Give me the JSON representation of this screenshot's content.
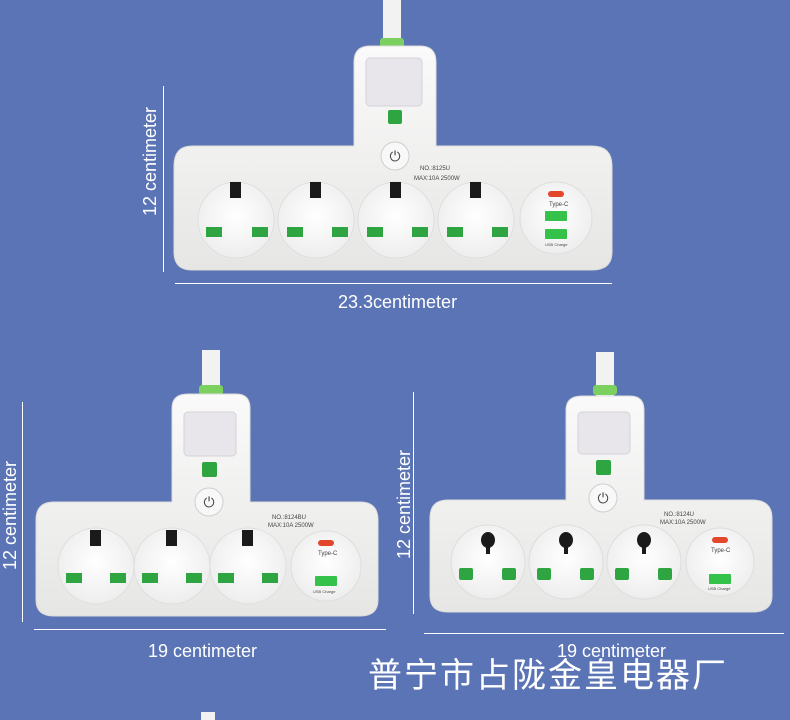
{
  "labels": {
    "top_height": "12 centimeter",
    "top_width": "23.3centimeter",
    "left_height": "12 centimeter",
    "left_width": "19 centimeter",
    "right_height": "12 centimeter",
    "right_width": "19 centimeter"
  },
  "footer": {
    "company_name": "普宁市占陇金皇电器厂"
  },
  "products": {
    "top": {
      "model": "NO.:8125U",
      "rating": "MAX:10A 2500W",
      "port_c": "Type-C",
      "port_usb": "USB Charge"
    },
    "left": {
      "model": "NO.:8124BU",
      "rating": "MAX:10A 2500W",
      "port_c": "Type-C",
      "port_usb": "USB Charge"
    },
    "right": {
      "model": "NO.:8124U",
      "rating": "MAX:10A 2500W",
      "port_c": "Type-C",
      "port_usb": "USB Charge"
    }
  },
  "colors": {
    "background": "#5b74b6",
    "body": "#f4f4f2",
    "accent_green": "#2fa542",
    "usb_green": "#34c24a",
    "type_c": "#e2472c"
  }
}
